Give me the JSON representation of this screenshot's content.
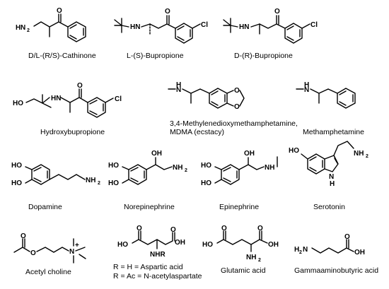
{
  "molecules": {
    "cathinone": {
      "name": "D/L-(R/S)-Cathinone",
      "atoms": {
        "amine": "H",
        "amine_n": "N",
        "amine_sub": "2",
        "carbonyl": "O"
      }
    },
    "l_bupropion": {
      "name": "L-(S)-Bupropione",
      "atoms": {
        "hn": "HN",
        "carbonyl": "O",
        "chloro": "Cl"
      }
    },
    "d_bupropion": {
      "name": "D-(R)-Bupropione",
      "atoms": {
        "hn": "HN",
        "carbonyl": "O",
        "chloro": "Cl"
      }
    },
    "hydroxybupropion": {
      "name": "Hydroxybupropione",
      "atoms": {
        "hydroxyl": "HO",
        "hn": "HN",
        "carbonyl": "O",
        "chloro": "Cl"
      }
    },
    "mdma": {
      "name_line1": "3,4-Methylenedioxymethamphetamine,",
      "name_line2": "MDMA (ecstacy)",
      "atoms": {
        "n": "N",
        "h": "H",
        "o1": "O",
        "o2": "O"
      }
    },
    "methamphetamine": {
      "name": "Methamphetamine",
      "atoms": {
        "n": "N",
        "h": "H"
      }
    },
    "dopamine": {
      "name": "Dopamine",
      "atoms": {
        "ho1": "HO",
        "ho2": "HO",
        "nh": "NH",
        "nh_sub": "2"
      }
    },
    "norepinephrine": {
      "name": "Norepinephrine",
      "atoms": {
        "ho1": "HO",
        "ho2": "HO",
        "oh": "OH",
        "nh": "NH",
        "nh_sub": "2"
      }
    },
    "epinephrine": {
      "name": "Epinephrine",
      "atoms": {
        "ho1": "HO",
        "ho2": "HO",
        "oh": "OH",
        "nh": "NH"
      }
    },
    "serotonin": {
      "name": "Serotonin",
      "atoms": {
        "ho": "HO",
        "nh": "NH",
        "nh_sub": "2",
        "ring_n": "N",
        "ring_h": "H"
      }
    },
    "acetylcholine": {
      "name": "Acetyl choline",
      "atoms": {
        "o1": "O",
        "o2": "O",
        "n": "N",
        "charge": "+"
      }
    },
    "aspartic": {
      "name_line1": "R = H = Aspartic acid",
      "name_line2": "R = Ac = N-acetylaspartate",
      "atoms": {
        "ho": "HO",
        "oh": "OH",
        "o1": "O",
        "o2": "O",
        "nhr": "NHR"
      }
    },
    "glutamic": {
      "name": "Glutamic acid",
      "atoms": {
        "ho": "HO",
        "oh": "OH",
        "o1": "O",
        "o2": "O",
        "nh": "NH",
        "nh_sub": "2"
      }
    },
    "gaba": {
      "name": "Gammaaminobutyric acid",
      "atoms": {
        "h": "H",
        "n": "N",
        "h_sub": "2",
        "oh": "OH",
        "o": "O"
      }
    }
  }
}
